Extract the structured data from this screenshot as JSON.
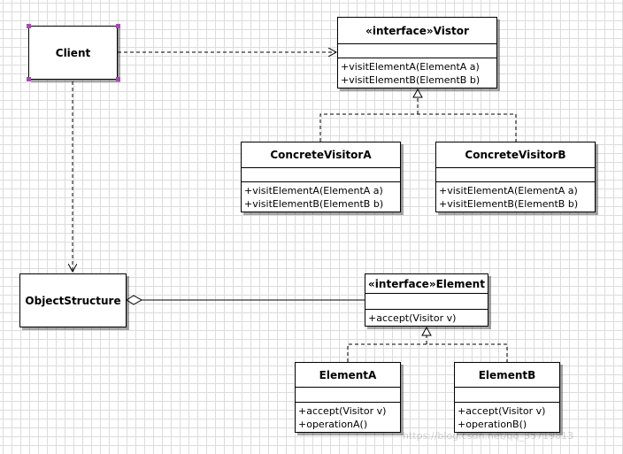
{
  "diagram": {
    "client": {
      "name": "Client"
    },
    "visitor": {
      "name": "«interface»Vistor",
      "operations": [
        "+visitElementA(ElementA a)",
        "+visitElementB(ElementB b)"
      ]
    },
    "concrete_visitor_a": {
      "name": "ConcreteVisitorA",
      "operations": [
        "+visitElementA(ElementA a)",
        "+visitElementB(ElementB b)"
      ]
    },
    "concrete_visitor_b": {
      "name": "ConcreteVisitorB",
      "operations": [
        "+visitElementA(ElementA a)",
        "+visitElementB(ElementB b)"
      ]
    },
    "object_structure": {
      "name": "ObjectStructure"
    },
    "element": {
      "name": "«interface»Element",
      "operations": [
        "+accept(Visitor v)"
      ]
    },
    "element_a": {
      "name": "ElementA",
      "operations": [
        "+accept(Visitor v)",
        "+operationA()"
      ]
    },
    "element_b": {
      "name": "ElementB",
      "operations": [
        "+accept(Visitor v)",
        "+operationB()"
      ]
    }
  },
  "watermark": "https://blog.csdn.net/qq_35719813",
  "colors": {
    "grid": "#dcdcdc",
    "selection_handle": "#a64bb3",
    "line": "#000000"
  }
}
